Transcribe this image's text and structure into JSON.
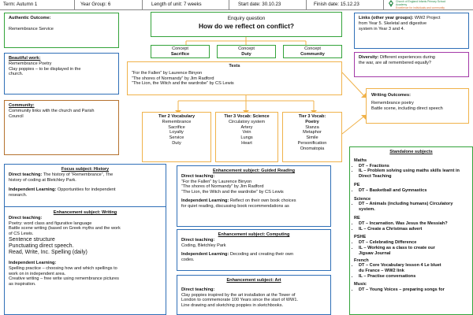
{
  "header": {
    "term": "Term:  Autumn 1",
    "year_group": "Year Group:  6",
    "length": "Length of unit: 7 weeks",
    "start_date": "Start date:  30.10.23",
    "finish_date": "Finish date:  15.12.23",
    "logo_line1": "Church of England Infants Primary School",
    "logo_line2": "Academy",
    "logo_line3": "Excellence for individuals and community"
  },
  "authentic_outcome": {
    "title": "Authentic Outcome:",
    "text": "Remembrance Service"
  },
  "beautiful_work": {
    "title": "Beautiful work:",
    "line1": "Remembrance Poetry",
    "line2": "Clay poppies – to be displayed in the",
    "line3": "church."
  },
  "community": {
    "title": "Community:",
    "line1": "Community links with the church and Parish",
    "line2": "Council"
  },
  "enquiry": {
    "label": "Enquiry question",
    "question": "How do we reflect on conflict?"
  },
  "concepts": [
    {
      "label": "Concept",
      "name": "Sacrifice"
    },
    {
      "label": "Concept",
      "name": "Duty"
    },
    {
      "label": "Concept",
      "name": "Community"
    }
  ],
  "texts": {
    "title": "Texts",
    "items": [
      "“For the Fallen” by Laurence Binyon",
      "“The shores of Normandy” by Jim Radford",
      "“The Lion, the Witch and the wardrobe” by CS Lewis"
    ]
  },
  "links": {
    "title": "Links (other year groups):",
    "text1": " WW2 Project",
    "line2": "from Year 5.  Skeletal and digestive",
    "line3": "system in Year 3 and 4."
  },
  "diversity": {
    "title": "Diversity:",
    "text1": " Different experiences during",
    "line2": "the war, are all remembered equally?"
  },
  "writing_outcomes": {
    "title": "Writing Outcomes:",
    "line1": "Remembrance poetry",
    "line2": "Battle scene, including direct speech"
  },
  "tier2": {
    "title": "Tier 2 Vocabulary",
    "words": [
      "Remembrance",
      "Sacrifice",
      "Loyalty",
      "Service",
      "Duty"
    ]
  },
  "tier3_science": {
    "title": "Tier 3 Vocab:  Science",
    "words": [
      "Circulatory system",
      "Artery",
      "Vein",
      "Lungs",
      "Heart"
    ]
  },
  "tier3_poetry": {
    "title": "Tier 3 Vocab:",
    "title2": "Poetry",
    "words": [
      "Stanza",
      "Metaphor",
      "Simile",
      "Personification",
      "Onomatopia"
    ]
  },
  "focus_history": {
    "title": "Focus subject: History",
    "direct_label": "Direct teaching:",
    "direct_text1": " The history of “Remembrance”,  The",
    "direct_text2": "history of coding at Bletchley Park.",
    "independent_label": "Independent Learning:",
    "independent_text1": "  Opportunities for independent",
    "independent_text2": "research."
  },
  "writing": {
    "title": "Enhancement subject:  Writing",
    "direct_label": "Direct teaching:",
    "lines": [
      "Poetry: word class and figurative language",
      "Battle scene writing (based on Greek myths and the work",
      "of CS Lewis."
    ],
    "big_lines": [
      "Sentence structure",
      "Punctuating direct speech.",
      "Read, Write, Inc. Spelling (daily)"
    ],
    "independent_label": "Independent Learning:",
    "independent_lines": [
      "Spelling practice – choosing how and which spellings to",
      "work on in independent area.",
      "Creative writing – free write using remembrance pictures",
      "as inspiration."
    ]
  },
  "reading": {
    "title": "Enhancement subject:  Guided Reading",
    "direct_label": "Direct teaching:",
    "items": [
      "“For the Fallen” by Laurence Binyon",
      "“The shores of Normandy” by Jim Radford",
      "“The Lion, the Witch and the wardrobe” by CS Lewis"
    ],
    "independent_label": "Independent Learning:",
    "independent_text1": "  Reflect on their own book choices",
    "independent_text2": "for quiet reading, discussing book recommendations as"
  },
  "computing": {
    "title": "Enhancement subject: Computing",
    "direct_label": "Direct teaching:",
    "direct_text": "Coding, Bletchley Park",
    "independent_label": "Independent Learning:",
    "independent_text1": "  Decoding and creating their own",
    "independent_text2": "codes."
  },
  "art": {
    "title": "Enhancement subject: Art",
    "direct_label": "Direct teaching:",
    "lines": [
      "Clay poppies inspired by the art installation at the Tower of",
      "London to commemorate 100 Years since the start of WW1.",
      "Line drawing and sketching poppies in sketchbooks."
    ]
  },
  "standalone": {
    "title": "Standalone subjects",
    "maths_label": "Maths",
    "maths_items": [
      "DT – Fractions",
      "IL – Problem solving using maths skills learnt in",
      "Direct Teaching"
    ],
    "pe_label": "PE",
    "pe_items": [
      "DT – Basketball and Gymnastics"
    ],
    "science_label": "Science",
    "science_items": [
      "DT – Animals (including humans) Circulatory",
      "system."
    ],
    "re_label": "RE",
    "re_items": [
      "DT – Incarnation.  Was Jesus the Messiah?",
      "IL – Create a Christmas advert"
    ],
    "pshe_label": "PSHE",
    "pshe_items": [
      "DT – Celebrating Difference",
      "IL  –  Working  as  a  class  to  create  our",
      "Jigsaw Journal"
    ],
    "french_label": "French",
    "french_items": [
      "DT – Core Vocabulary lesson 4  Le bluet",
      "du France – WW2 link",
      "IL – Practise conversations"
    ],
    "music_label": "Music",
    "music_items": [
      "DT – Young Voices – preparing songs for"
    ]
  },
  "colors": {
    "green": "#33a33a",
    "blue": "#2f6fb7",
    "purple": "#a43aa8",
    "orange": "#d98a2a",
    "gold": "#f0b24a"
  }
}
